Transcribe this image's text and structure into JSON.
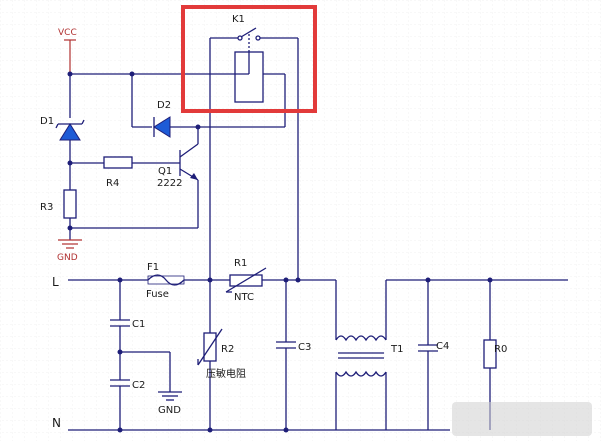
{
  "labels": {
    "vcc": "VCC",
    "k1": "K1",
    "d1": "D1",
    "d2": "D2",
    "r4": "R4",
    "q1": "Q1",
    "q1_part": "2222",
    "r3": "R3",
    "gnd_top": "GND",
    "line_l": "L",
    "line_n": "N",
    "f1": "F1",
    "fuse": "Fuse",
    "r1": "R1",
    "ntc": "NTC",
    "c1": "C1",
    "c2": "C2",
    "gnd_bottom": "GND",
    "r2": "R2",
    "varistor": "压敏电阻",
    "c3": "C3",
    "t1": "T1",
    "c4": "C4",
    "r0": "R0"
  },
  "colors": {
    "wire": "#1e1e78",
    "power_label": "#b03030",
    "highlight_box": "#e23a3a",
    "grid": "#e4e4e4",
    "diode_fill": "#1e5bd6"
  }
}
